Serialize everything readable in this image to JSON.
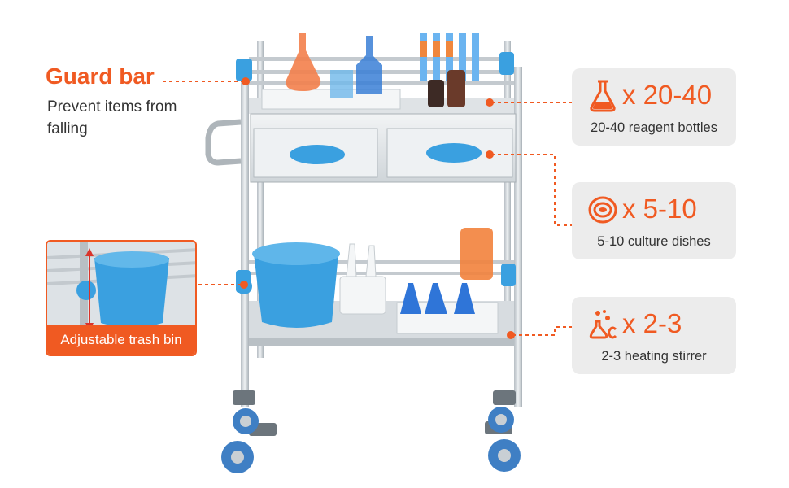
{
  "guard": {
    "title": "Guard bar",
    "description": "Prevent items from falling"
  },
  "bin": {
    "label": "Adjustable trash bin"
  },
  "features": [
    {
      "icon": "flask-icon",
      "count": "x 20-40",
      "caption": "20-40 reagent bottles"
    },
    {
      "icon": "petri-dish-icon",
      "count": "x 5-10",
      "caption": "5-10 culture dishes"
    },
    {
      "icon": "stirrer-icon",
      "count": "x 2-3",
      "caption": "2-3 heating stirrer"
    }
  ],
  "colors": {
    "accent": "#f05a22",
    "card_bg": "#ececec",
    "cart_blue": "#3aa0e0",
    "steel": "#c9cfd4"
  }
}
